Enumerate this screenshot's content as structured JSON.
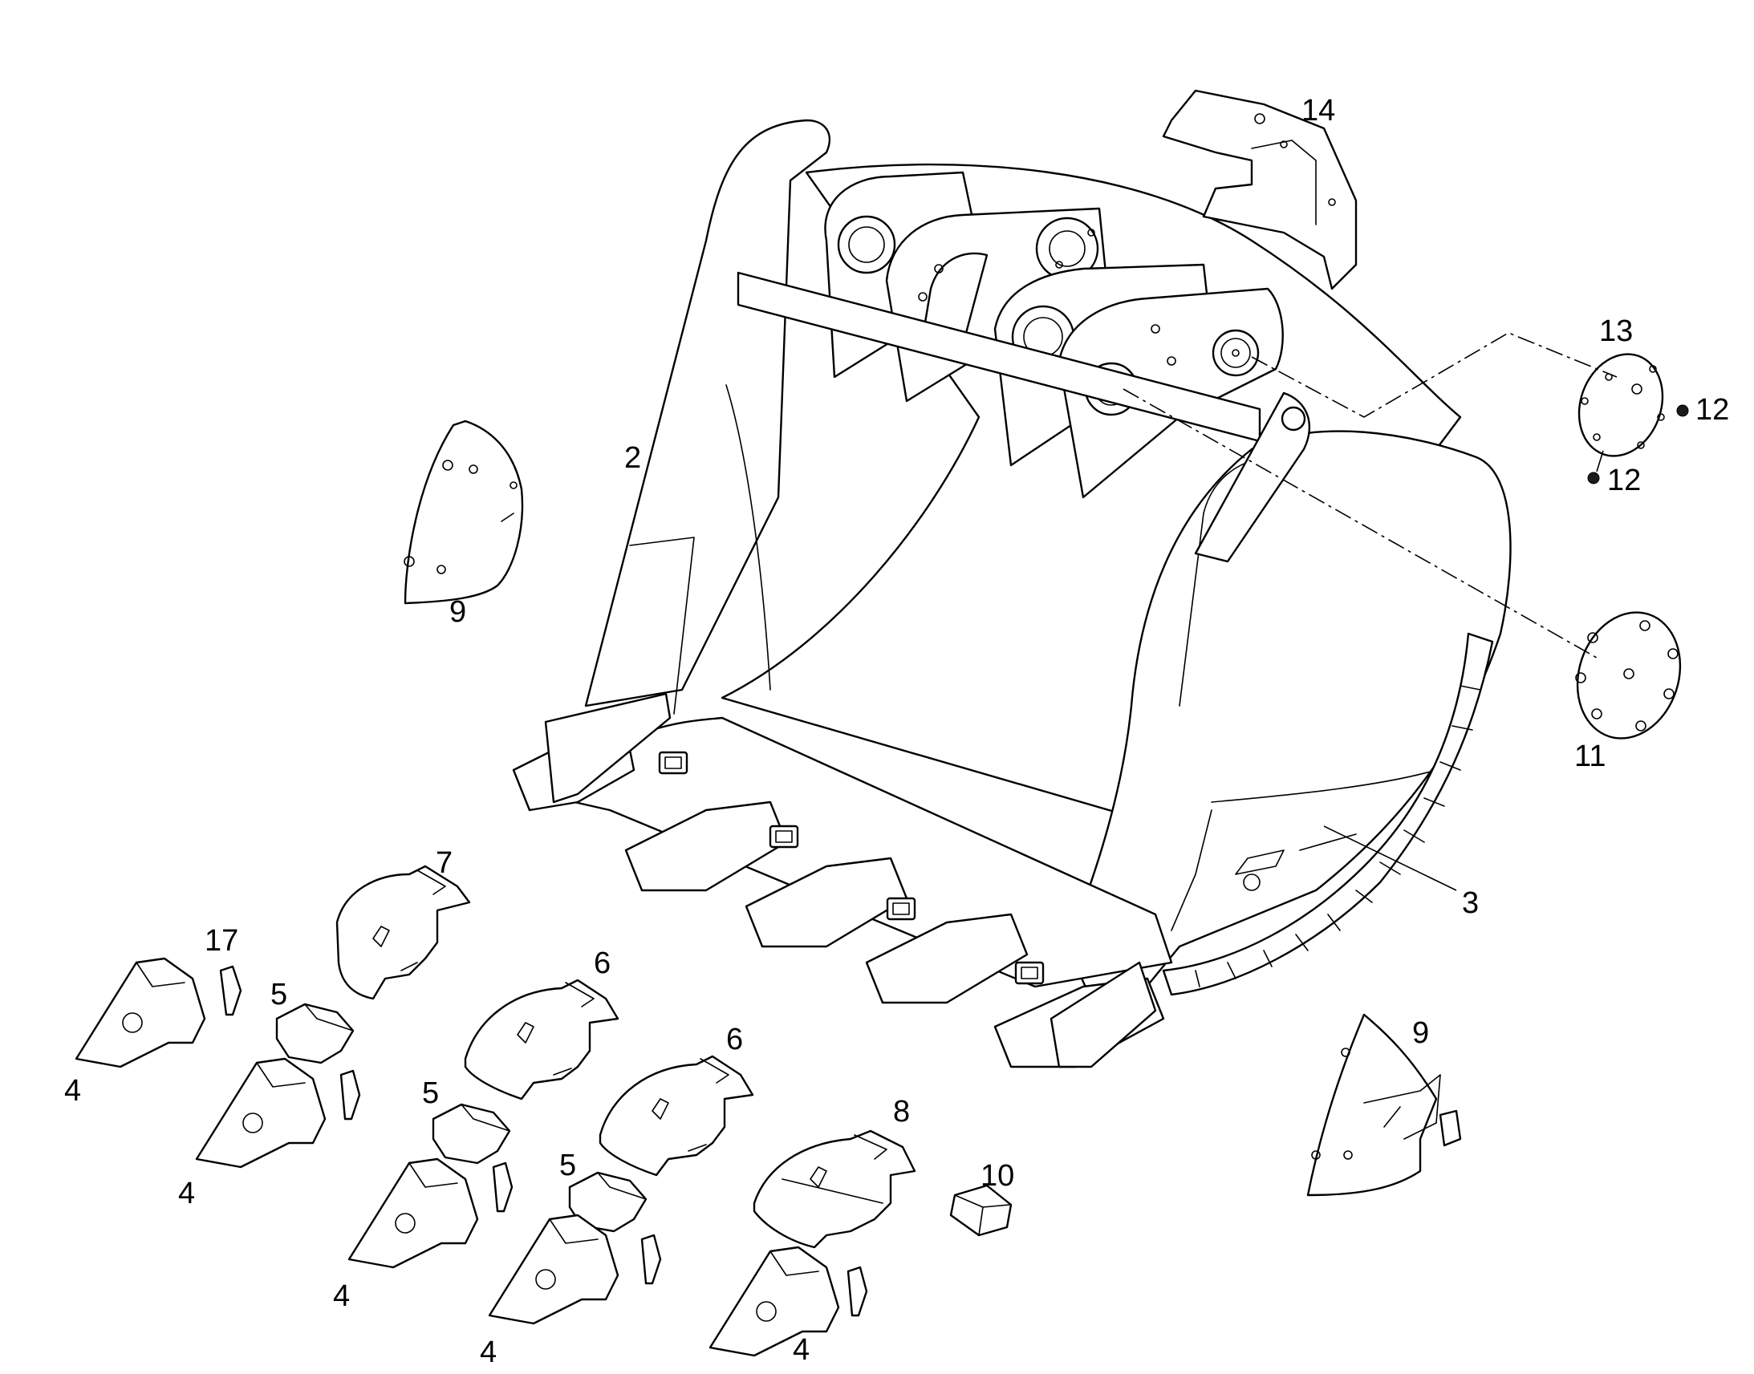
{
  "diagram": {
    "callouts": [
      {
        "id": "c2",
        "text": "2"
      },
      {
        "id": "c3",
        "text": "3"
      },
      {
        "id": "c14",
        "text": "14"
      },
      {
        "id": "c13",
        "text": "13"
      },
      {
        "id": "c12a",
        "text": "12"
      },
      {
        "id": "c12b",
        "text": "12"
      },
      {
        "id": "c11",
        "text": "11"
      },
      {
        "id": "c9a",
        "text": "9"
      },
      {
        "id": "c9b",
        "text": "9"
      },
      {
        "id": "c7",
        "text": "7"
      },
      {
        "id": "c17",
        "text": "17"
      },
      {
        "id": "c5a",
        "text": "5"
      },
      {
        "id": "c5b",
        "text": "5"
      },
      {
        "id": "c5c",
        "text": "5"
      },
      {
        "id": "c6a",
        "text": "6"
      },
      {
        "id": "c6b",
        "text": "6"
      },
      {
        "id": "c8",
        "text": "8"
      },
      {
        "id": "c10",
        "text": "10"
      },
      {
        "id": "c4a",
        "text": "4"
      },
      {
        "id": "c4b",
        "text": "4"
      },
      {
        "id": "c4c",
        "text": "4"
      },
      {
        "id": "c4d",
        "text": "4"
      },
      {
        "id": "c4e",
        "text": "4"
      }
    ]
  }
}
